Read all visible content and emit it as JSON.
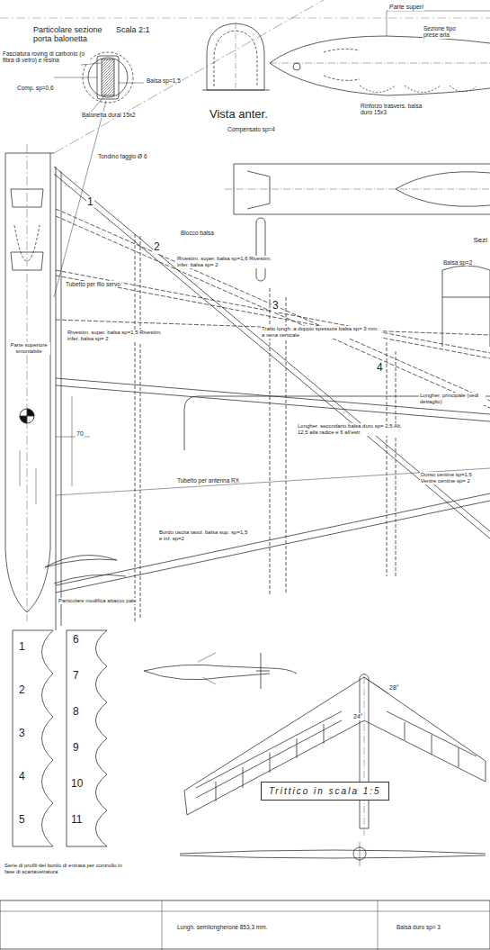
{
  "diagram": {
    "nodes": [
      {
        "text": [
          "Trittico in scala 1:5"
        ]
      }
    ],
    "labels": [
      "Parte superi",
      "Particolare sezione porta balonetta",
      "Scala 2:1",
      "Fasciatura roving di carbonio (o fibra di vetro) e resina",
      "Comp. sp=0,6",
      "Balsa sp=1,5",
      "Balonetta dural 15x2",
      "Vista anter.",
      "Sezione tipo prese aria",
      "Compensato sp=4",
      "Rinforzo trasvers. balsa duro 15x3",
      "Blocco balsa",
      "Tondino faggio Ø 6",
      "1",
      "2",
      "3",
      "4",
      "Sezi",
      "Balsa sp=2",
      "Rivestim. super. balsa sp=1,6 Rivestim. infer. balsa sp= 2",
      "Tubetto per filo servo",
      "Tratto longh. a doppio spessore balsa sp= 3 mm. a vena verticale",
      "Rivestim. super. balsa sp=1,5 Rivestim. infer. balsa sp= 2",
      "Parte superiore smontabile",
      "Longher. principale (vedi dettaglio)",
      "Longher. secondario balsa duro sp= 2,5 Alt. 12,5 alla radice e 6 all'estr.",
      "70",
      "Tubetto per antenna RX",
      "Dorso centine sp=1,5 Ventre centine sp= 2",
      "Bordo uscita tavol. balsa sup. sp=1,5 e inf. sp=2",
      "Particolare modifica attacco pale",
      "1",
      "2",
      "3",
      "4",
      "5",
      "6",
      "7",
      "8",
      "9",
      "10",
      "11",
      "Serie di profili del bordo di entrata per controllo in fase di scartavetratura",
      "28°",
      "24°",
      "Lungh. semilongherone 853,3 mm.",
      "Balsa duro sp= 3"
    ]
  }
}
